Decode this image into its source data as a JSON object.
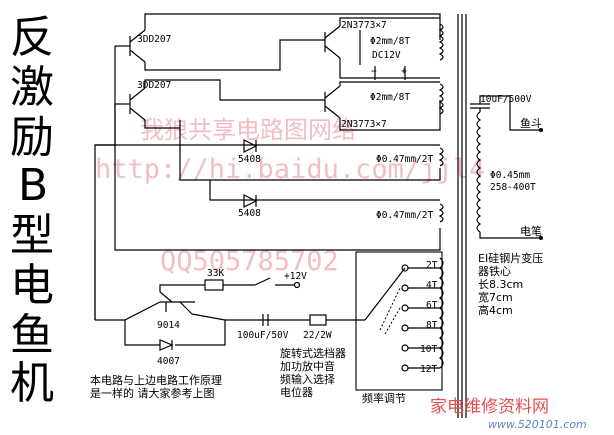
{
  "title_chars": [
    "反",
    "激",
    "励",
    "B",
    "型",
    "电",
    "鱼",
    "机"
  ],
  "labels": {
    "q_top_left": "3DD207",
    "q_bot_left": "3DD207",
    "q_top_right": "2N3773×7",
    "q_bot_right": "2N3773×7",
    "w1": "Φ2mm/8T",
    "w2": "Φ2mm/8T",
    "dc": "DC12V",
    "minus": "−",
    "plus": "+",
    "d1": "5408",
    "d2": "5408",
    "w3": "Φ0.47mm/2T",
    "w4": "Φ0.47mm/2T",
    "cap_out": "10uF/500V",
    "fish": "鱼斗",
    "sec_wire": "Φ0.45mm",
    "sec_turns": "258-400T",
    "pen": "电笔",
    "r33k": "33K",
    "v12": "+12V",
    "q9014": "9014",
    "d4007": "4007",
    "c100": "100uF/50V",
    "r22": "22/2W",
    "t2": "2T",
    "t4": "4T",
    "t6": "6T",
    "t8": "8T",
    "t10": "10T",
    "t12": "12T"
  },
  "notes": {
    "core_1": "EI硅钢片变压",
    "core_2": "器铁心",
    "core_3": "长8.3cm",
    "core_4": "宽7cm",
    "core_5": "高4cm",
    "sw_1": "旋转式选档器",
    "sw_2": "加功放中音",
    "sw_3": "频输入选择",
    "sw_4": "电位器",
    "freq": "频率调节",
    "circuit_1": "本电路与上边电路工作原理",
    "circuit_2": "是一样的 请大家参考上图"
  },
  "watermarks": {
    "wm1": "我狼共享电路图网络",
    "wm2": "http://hi.baidu.com/jjl4",
    "wm3": "QQ505785702",
    "site": "家电维修资料网",
    "url": "www.520101.com"
  }
}
